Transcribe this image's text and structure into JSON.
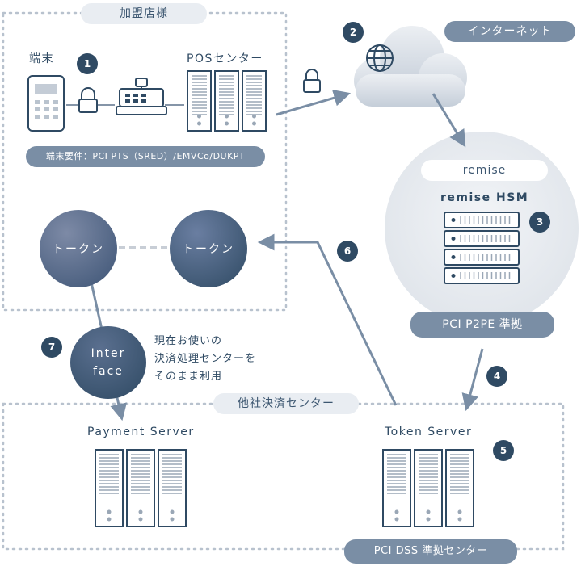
{
  "merchant": {
    "title": "加盟店様",
    "terminal_label": "端末",
    "pos_label": "POSセンター",
    "requirements": "端末要件：PCI PTS（SRED）/EMVCo/DUKPT",
    "token_left": "トークン",
    "token_right": "トークン"
  },
  "internet": {
    "label": "インターネット"
  },
  "remise": {
    "title": "remise",
    "hsm_label": "remise HSM",
    "compliance": "PCI P2PE 準拠"
  },
  "interface": {
    "line1": "Inter",
    "line2": "face",
    "note": "現在お使いの\n決済処理センターを\nそのまま利用"
  },
  "other_center": {
    "title": "他社決済センター",
    "payment_server": "Payment Server",
    "token_server": "Token Server",
    "compliance": "PCI DSS 準拠センター"
  },
  "steps": [
    "1",
    "2",
    "3",
    "4",
    "5",
    "6",
    "7"
  ],
  "colors": {
    "primary": "#2f4a63",
    "accent": "#7a8ea5",
    "light": "#e9edf2"
  }
}
